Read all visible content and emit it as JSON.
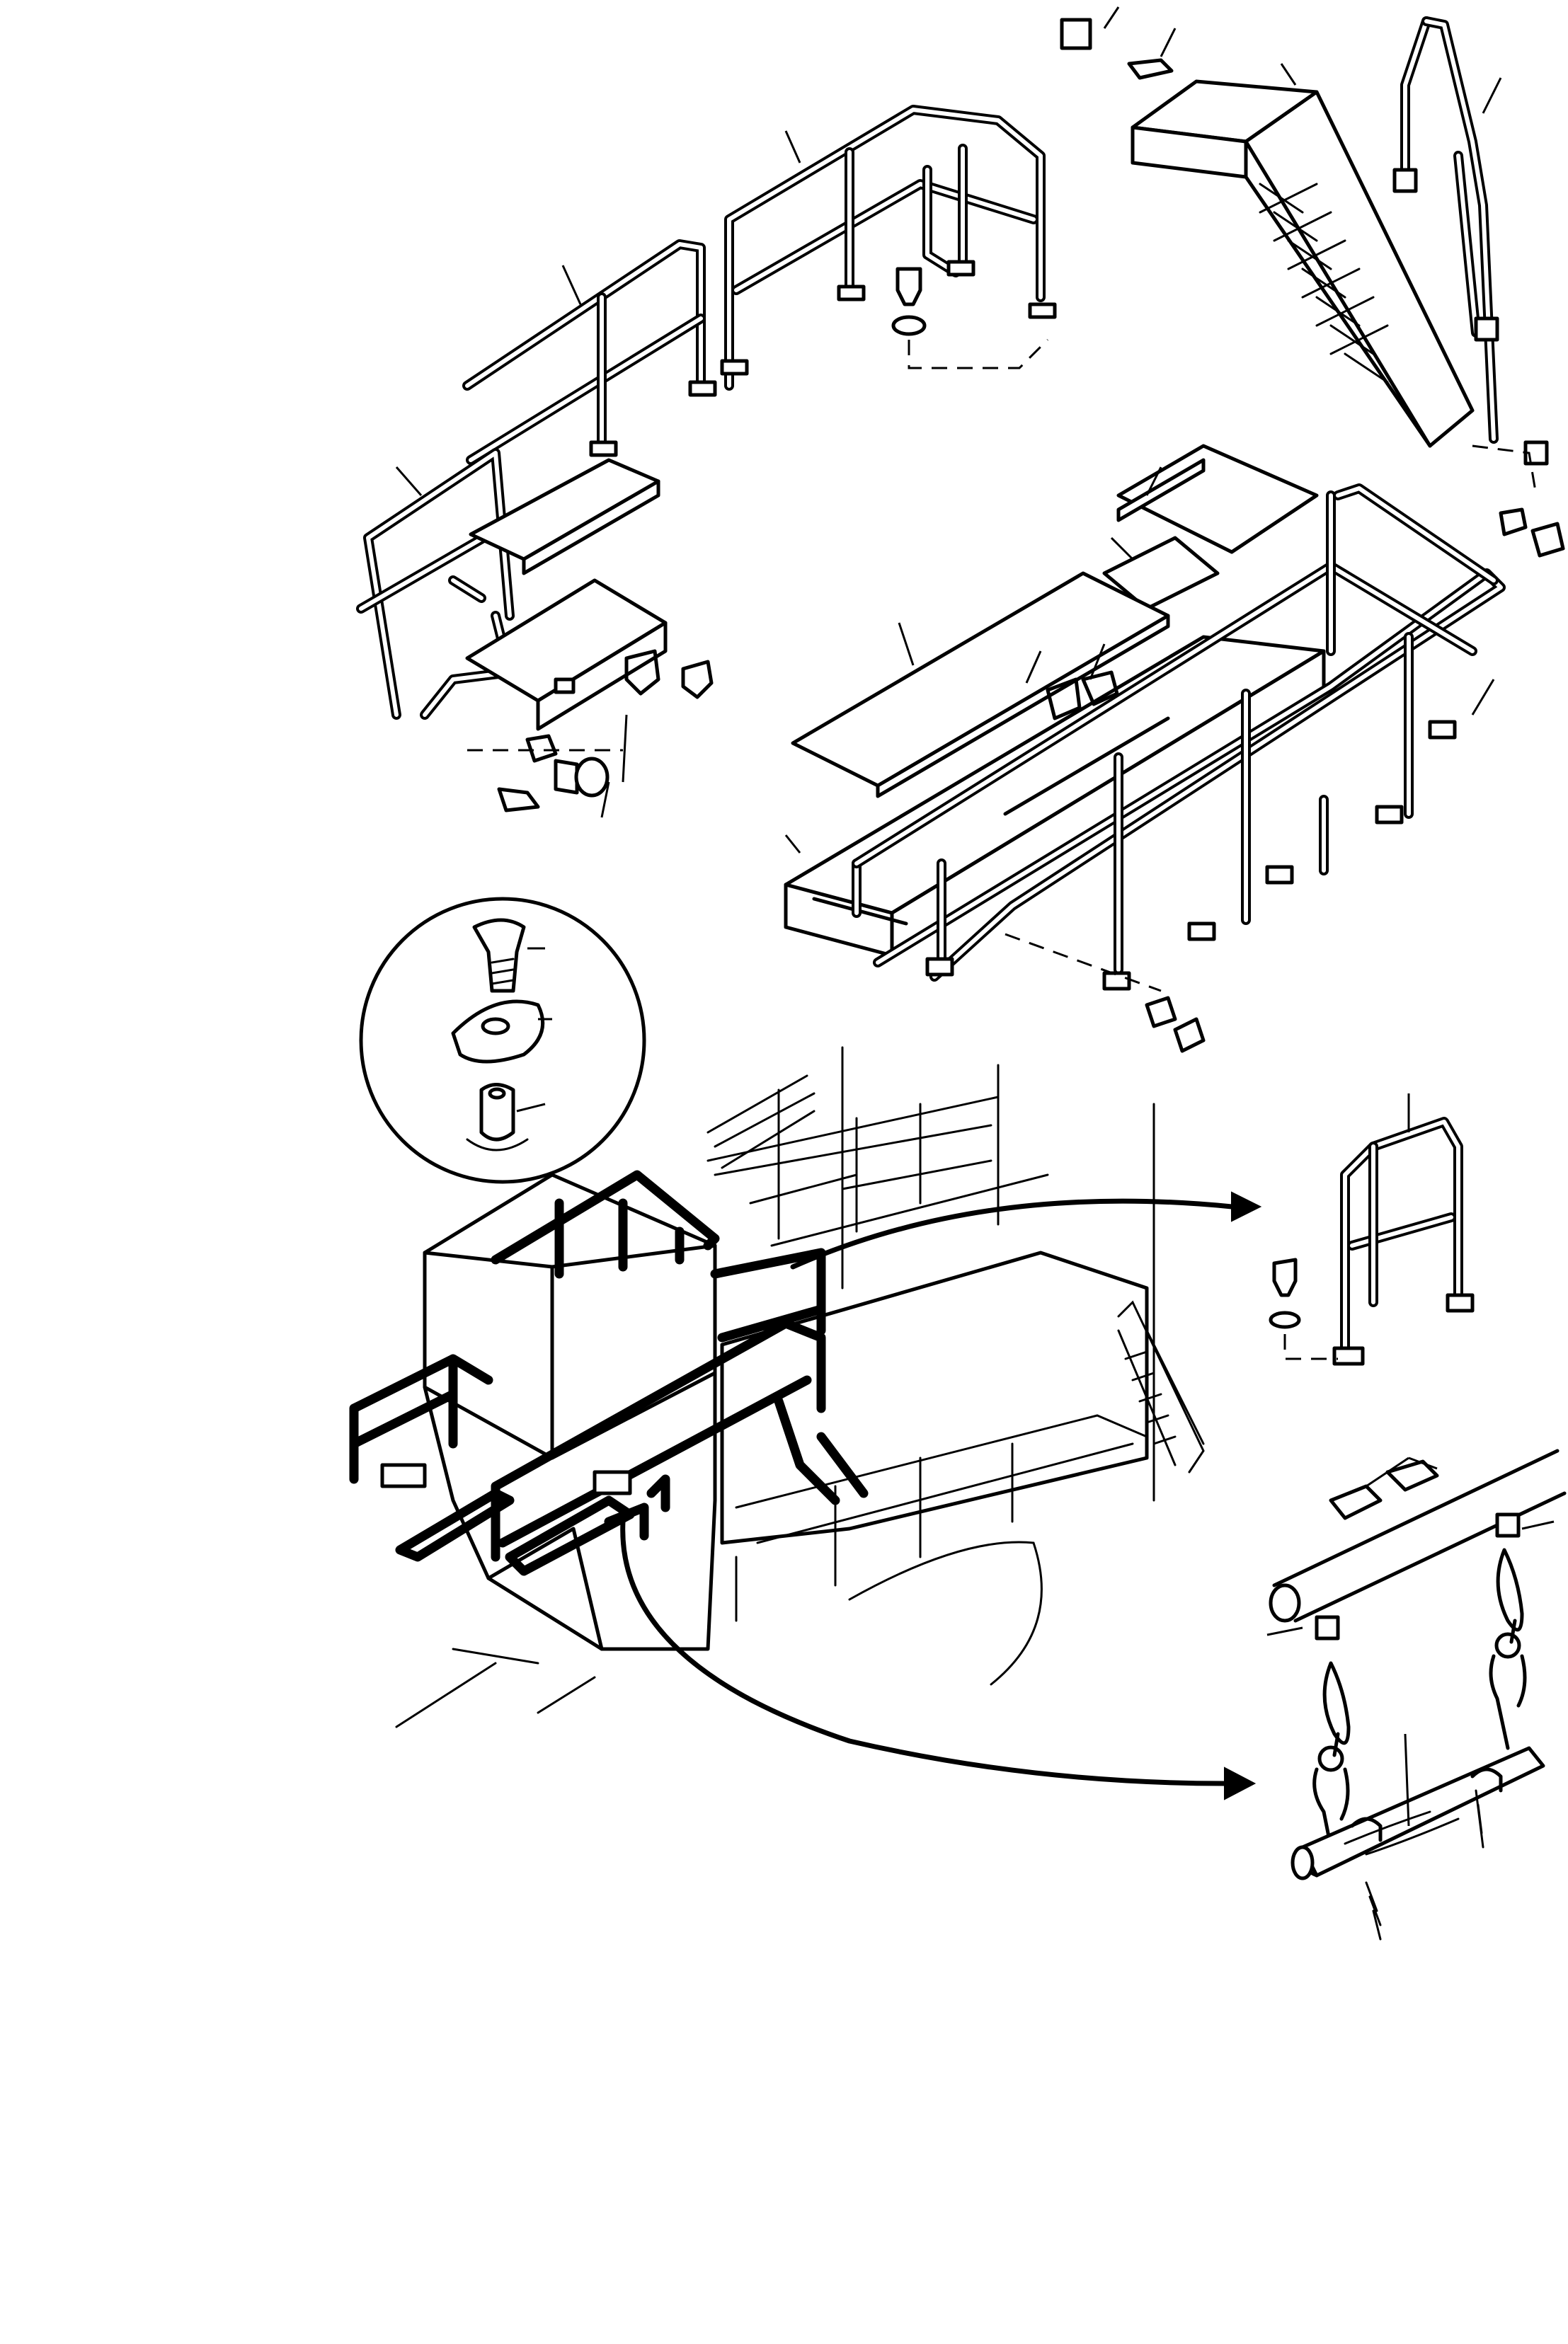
{
  "figure": {
    "kind": "exploded parts drawing (no visible text)",
    "line_color": "#000000",
    "background_color": "#ffffff"
  },
  "assemblies": [
    {
      "id": "upper-handrail",
      "icon": "handrail"
    },
    {
      "id": "left-platform",
      "icon": "platform"
    },
    {
      "id": "access-stair",
      "icon": "stair"
    },
    {
      "id": "right-walkway",
      "icon": "walkway"
    },
    {
      "id": "fastener-detail",
      "icon": "bolt-washer-spacer"
    },
    {
      "id": "machine-overview",
      "icon": "machine"
    },
    {
      "id": "short-handrail",
      "icon": "handrail"
    },
    {
      "id": "rope-ladder",
      "icon": "rope-ladder"
    }
  ]
}
